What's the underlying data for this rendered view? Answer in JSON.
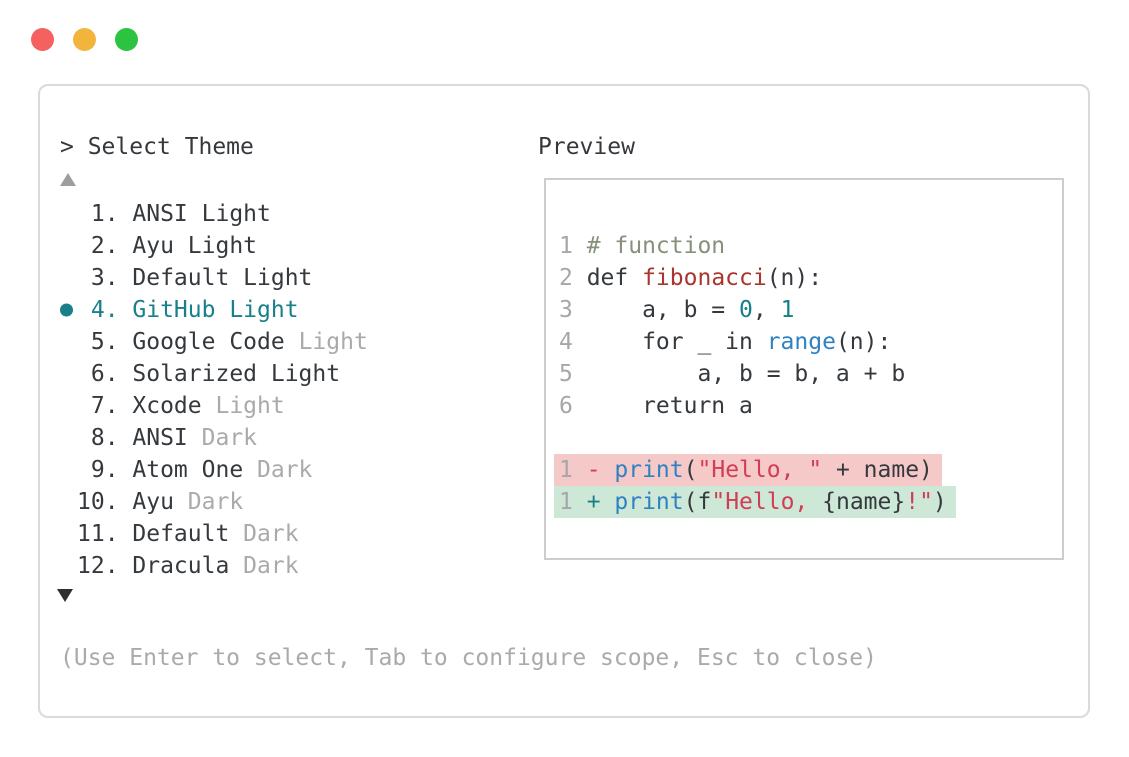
{
  "window": {
    "dots": [
      {
        "name": "close",
        "color": "#f4615e"
      },
      {
        "name": "minimize",
        "color": "#f3b43c"
      },
      {
        "name": "zoom",
        "color": "#2bc33f"
      }
    ]
  },
  "colors": {
    "foreground": "#35393d",
    "muted": "#a8aaab",
    "accent_teal": "#19808a",
    "function_red": "#a9352e",
    "string_red": "#d23c55",
    "builtin_blue": "#2e82c2",
    "comment_olive": "#87907a",
    "diff_removed_bg": "#f6c9c9",
    "diff_added_bg": "#cee8d8",
    "panel_border": "#dadada",
    "preview_border": "#cdcdcd"
  },
  "prompt": {
    "symbol": ">",
    "title": "Select Theme"
  },
  "scroll": {
    "up": "scroll-up",
    "down": "scroll-down"
  },
  "theme_list": {
    "dot": ". ",
    "items": [
      {
        "num": "1",
        "name": "ANSI",
        "variant": "Light",
        "variant_muted": false,
        "selected": false
      },
      {
        "num": "2",
        "name": "Ayu",
        "variant": "Light",
        "variant_muted": false,
        "selected": false
      },
      {
        "num": "3",
        "name": "Default",
        "variant": "Light",
        "variant_muted": false,
        "selected": false
      },
      {
        "num": "4",
        "name": "GitHub",
        "variant": "Light",
        "variant_muted": false,
        "selected": true
      },
      {
        "num": "5",
        "name": "Google Code",
        "variant": "Light",
        "variant_muted": true,
        "selected": false
      },
      {
        "num": "6",
        "name": "Solarized",
        "variant": "Light",
        "variant_muted": false,
        "selected": false
      },
      {
        "num": "7",
        "name": "Xcode",
        "variant": "Light",
        "variant_muted": true,
        "selected": false
      },
      {
        "num": "8",
        "name": "ANSI",
        "variant": "Dark",
        "variant_muted": true,
        "selected": false
      },
      {
        "num": "9",
        "name": "Atom One",
        "variant": "Dark",
        "variant_muted": true,
        "selected": false
      },
      {
        "num": "10",
        "name": "Ayu",
        "variant": "Dark",
        "variant_muted": true,
        "selected": false
      },
      {
        "num": "11",
        "name": "Default",
        "variant": "Dark",
        "variant_muted": true,
        "selected": false
      },
      {
        "num": "12",
        "name": "Dracula",
        "variant": "Dark",
        "variant_muted": true,
        "selected": false
      }
    ]
  },
  "preview": {
    "label": "Preview",
    "lines": [
      {
        "num": "1",
        "tokens": [
          {
            "t": "# function",
            "c": "comment"
          }
        ]
      },
      {
        "num": "2",
        "tokens": [
          {
            "t": "def ",
            "c": "fg"
          },
          {
            "t": "fibonacci",
            "c": "func"
          },
          {
            "t": "(n):",
            "c": "fg"
          }
        ]
      },
      {
        "num": "3",
        "tokens": [
          {
            "t": "    a, b = ",
            "c": "fg"
          },
          {
            "t": "0",
            "c": "num"
          },
          {
            "t": ", ",
            "c": "fg"
          },
          {
            "t": "1",
            "c": "num"
          }
        ]
      },
      {
        "num": "4",
        "tokens": [
          {
            "t": "    for _ in ",
            "c": "fg"
          },
          {
            "t": "range",
            "c": "builtin"
          },
          {
            "t": "(n):",
            "c": "fg"
          }
        ]
      },
      {
        "num": "5",
        "tokens": [
          {
            "t": "        a, b = b, a + b",
            "c": "fg"
          }
        ]
      },
      {
        "num": "6",
        "tokens": [
          {
            "t": "    return a",
            "c": "fg"
          }
        ]
      },
      {
        "num": "",
        "tokens": []
      },
      {
        "num": "1",
        "bg": "removed",
        "tokens": [
          {
            "t": "- ",
            "c": "minus"
          },
          {
            "t": "print",
            "c": "builtin"
          },
          {
            "t": "(",
            "c": "fg"
          },
          {
            "t": "\"Hello, \"",
            "c": "str"
          },
          {
            "t": " + name)",
            "c": "fg"
          }
        ]
      },
      {
        "num": "1",
        "bg": "added",
        "tokens": [
          {
            "t": "+ ",
            "c": "plus"
          },
          {
            "t": "print",
            "c": "builtin"
          },
          {
            "t": "(f",
            "c": "fg"
          },
          {
            "t": "\"Hello, ",
            "c": "str"
          },
          {
            "t": "{name}",
            "c": "fg"
          },
          {
            "t": "!\"",
            "c": "str"
          },
          {
            "t": ")",
            "c": "fg"
          }
        ]
      }
    ]
  },
  "footer": {
    "hint": "(Use Enter to select, Tab to configure scope, Esc to close)"
  }
}
